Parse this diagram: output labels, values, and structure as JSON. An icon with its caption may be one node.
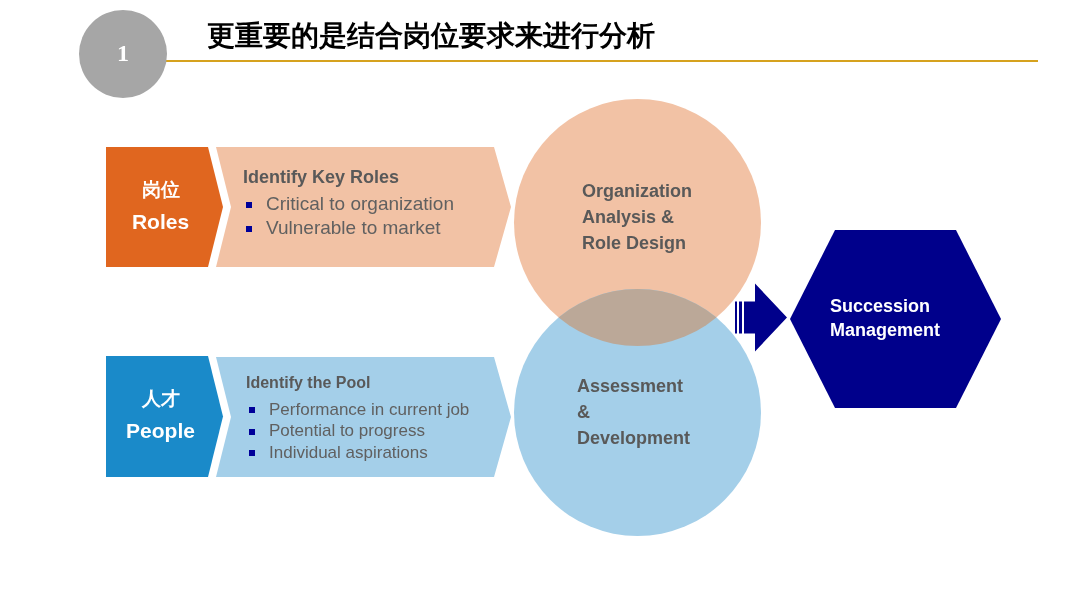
{
  "diagram": {
    "title": "更重要的是结合岗位要求来进行分析",
    "nodes": [
      {
        "text": [
          "1"
        ]
      },
      {
        "text": [
          "岗位",
          "Roles"
        ]
      },
      {
        "text": [
          "Identify Key Roles",
          "Critical to organization",
          "Vulnerable to market"
        ]
      },
      {
        "text": [
          "人才",
          "People"
        ]
      },
      {
        "text": [
          "Identify the Pool",
          "Performance in current job",
          "Potential to progress",
          "Individual aspirations"
        ]
      },
      {
        "text": [
          "Organization Analysis & Role Design"
        ]
      },
      {
        "text": [
          "Assessment & Development"
        ]
      },
      {
        "text": [
          "Succession Management"
        ]
      }
    ],
    "edges": [
      {
        "from": 5,
        "to": 7,
        "arrow": "to"
      },
      {
        "from": 6,
        "to": 7,
        "arrow": "to"
      }
    ]
  }
}
